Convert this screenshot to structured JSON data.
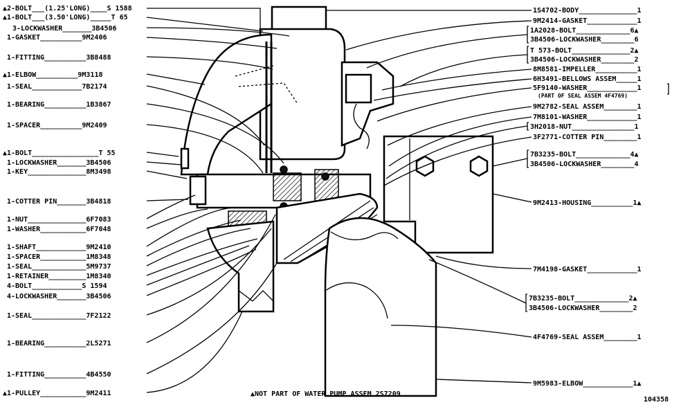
{
  "left_callouts": [
    {
      "text": "▲2-BOLT___(1.25'LONG)____S 1588"
    },
    {
      "text": "▲1-BOLT___(3.50'LONG)_____T 65"
    },
    {
      "text": "3-LOCKWASHER_______3B4506"
    },
    {
      "text": "1-GASKET__________9M2406"
    },
    {
      "text": "1-FITTING__________3B8488"
    },
    {
      "text": "▲1-ELBOW__________9M3118"
    },
    {
      "text": "1-SEAL____________7B2174"
    },
    {
      "text": "1-BEARING__________1B3867"
    },
    {
      "text": "1-SPACER__________9M2409"
    },
    {
      "text": "▲1-BOLT________________T 55"
    },
    {
      "text": "1-LOCKWASHER_______3B4506"
    },
    {
      "text": "1-KEY______________8M3498"
    },
    {
      "text": "1-COTTER PIN_______3B4818"
    },
    {
      "text": "1-NUT______________6F7083"
    },
    {
      "text": "1-WASHER___________6F7048"
    },
    {
      "text": "1-SHAFT____________9M2410"
    },
    {
      "text": "1-SPACER___________1M8348"
    },
    {
      "text": "1-SEAL_____________5M9737"
    },
    {
      "text": "1-RETAINER_________1M8340"
    },
    {
      "text": "4-BOLT____________S 1594"
    },
    {
      "text": "4-LOCKWASHER_______3B4506"
    },
    {
      "text": "1-SEAL_____________7F2122"
    },
    {
      "text": "1-BEARING__________2L5271"
    },
    {
      "text": "1-FITTING__________4B4550"
    },
    {
      "text": "▲1-PULLEY___________9M2411"
    }
  ],
  "right_callouts": [
    {
      "text": "1S4702-BODY______________1"
    },
    {
      "text": "9M2414-GASKET____________1"
    },
    {
      "text": "1A2028-BOLT_____________6▲"
    },
    {
      "text": "3B4506-LOCKWASHER________6"
    },
    {
      "text": "T 573-BOLT______________2▲"
    },
    {
      "text": "3B4506-LOCKWASHER________2"
    },
    {
      "text": "8M8581-IMPELLER__________1"
    },
    {
      "text": "6H3491-BELLOWS ASSEM_____1"
    },
    {
      "text": "5F9140-WASHER____________1"
    },
    {
      "text": "(PART OF SEAL ASSEM 4F4769)"
    },
    {
      "text": "9M2782-SEAL ASSEM________1"
    },
    {
      "text": "7M8101-WASHER____________1"
    },
    {
      "text": "3H2018-NUT_______________1"
    },
    {
      "text": "3F2771-COTTER PIN________1"
    },
    {
      "text": "7B3235-BOLT_____________4▲"
    },
    {
      "text": "3B4506-LOCKWASHER________4"
    },
    {
      "text": "9M2413-HOUSING__________1▲"
    },
    {
      "text": "7M4198-GASKET____________1"
    },
    {
      "text": "7B3235-BOLT_____________2▲"
    },
    {
      "text": "3B4506-LOCKWASHER________2"
    },
    {
      "text": "4F4769-SEAL ASSEM________1"
    },
    {
      "text": "9M5983-ELBOW____________1▲"
    }
  ],
  "footnote": "▲NOT PART OF WATER PUMP ASSEM 2S7209",
  "figure_number": "104358"
}
